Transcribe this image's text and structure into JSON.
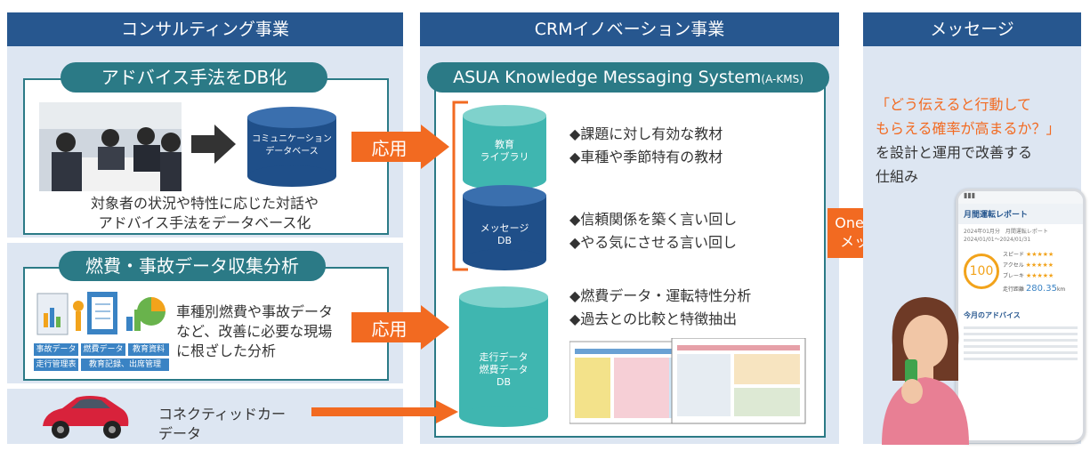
{
  "columns": {
    "consulting": "コンサルティング事業",
    "crm": "CRMイノベーション事業",
    "message": "メッセージ"
  },
  "consulting": {
    "box1": {
      "title": "アドバイス手法をDB化",
      "db_label_1": "コミュニケーション",
      "db_label_2": "データベース",
      "caption_1": "対象者の状況や特性に応じた対話や",
      "caption_2": "アドバイス手法をデータベース化"
    },
    "box2": {
      "title": "燃費・事故データ収集分析",
      "text_1": "車種別燃費や事故データ",
      "text_2": "など、改善に必要な現場",
      "text_3": "に根ざした分析",
      "tags": [
        "事故データ",
        "燃費データ",
        "教育資料",
        "走行管理表",
        "教育記録、出席管理"
      ]
    },
    "box3": {
      "text_1": "コネクティッドカー",
      "text_2": "データ"
    }
  },
  "arrows": {
    "apply_1": "応用",
    "apply_2": "応用",
    "one_to_one_1": "One to One",
    "one_to_one_2": "メッセージ"
  },
  "crm": {
    "system_title": "ASUA Knowledge Messaging System",
    "system_abbr": "(A-KMS)",
    "db1_l1": "教育",
    "db1_l2": "ライブラリ",
    "db2_l1": "メッセージ",
    "db2_l2": "DB",
    "db3_l1": "走行データ",
    "db3_l2": "燃費データ",
    "db3_l3": "DB",
    "bullets_1": [
      "◆課題に対し有効な教材",
      "◆車種や季節特有の教材"
    ],
    "bullets_2": [
      "◆信頼関係を築く言い回し",
      "◆やる気にさせる言い回し"
    ],
    "bullets_3": [
      "◆燃費データ・運転特性分析",
      "◆過去との比較と特徴抽出"
    ]
  },
  "message": {
    "quote_1": "「どう伝えると行動して",
    "quote_2": "もらえる確率が高まるか？」",
    "plain_1": "を設計と運用で改善する",
    "plain_2": "仕組み",
    "phone": {
      "title": "月間運転レポート",
      "period_1": "2024年01月分　月間運転レポート",
      "period_2": "2024/01/01〜2024/01/31",
      "score": "100",
      "row_1": "スピード",
      "row_2": "アクセル",
      "row_3": "ブレーキ",
      "stars": "★★★★★",
      "distance_label": "走行距離",
      "distance_value": "280.35",
      "distance_unit": "km",
      "advice": "今月のアドバイス"
    }
  },
  "colors": {
    "header": "#27578f",
    "panel": "#dde6f2",
    "teal": "#2b7a86",
    "orange": "#f26a21",
    "navy_db": "#1f4f89",
    "teal_db": "#3fb6b0"
  }
}
